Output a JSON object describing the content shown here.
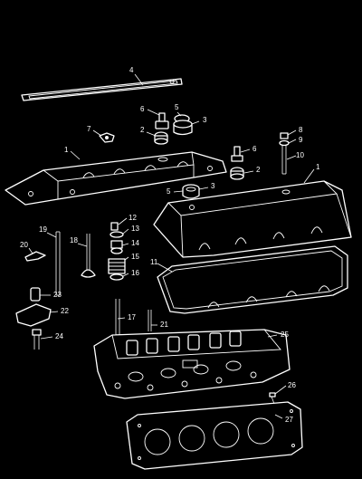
{
  "diagram": {
    "callouts": {
      "c4": "4",
      "c6a": "6",
      "c5a": "5",
      "c7": "7",
      "c2a": "2",
      "c3a": "3",
      "c1a": "1",
      "c8": "8",
      "c9": "9",
      "c10": "10",
      "c6b": "6",
      "c2b": "2",
      "c1b": "1",
      "c5b": "5",
      "c3b": "3",
      "c12": "12",
      "c13": "13",
      "c14": "14",
      "c15": "15",
      "c16": "16",
      "c19": "19",
      "c18": "18",
      "c20": "20",
      "c11": "11",
      "c23": "23",
      "c22": "22",
      "c24": "24",
      "c17": "17",
      "c21": "21",
      "c25": "25",
      "c26": "26",
      "c27": "27"
    }
  }
}
